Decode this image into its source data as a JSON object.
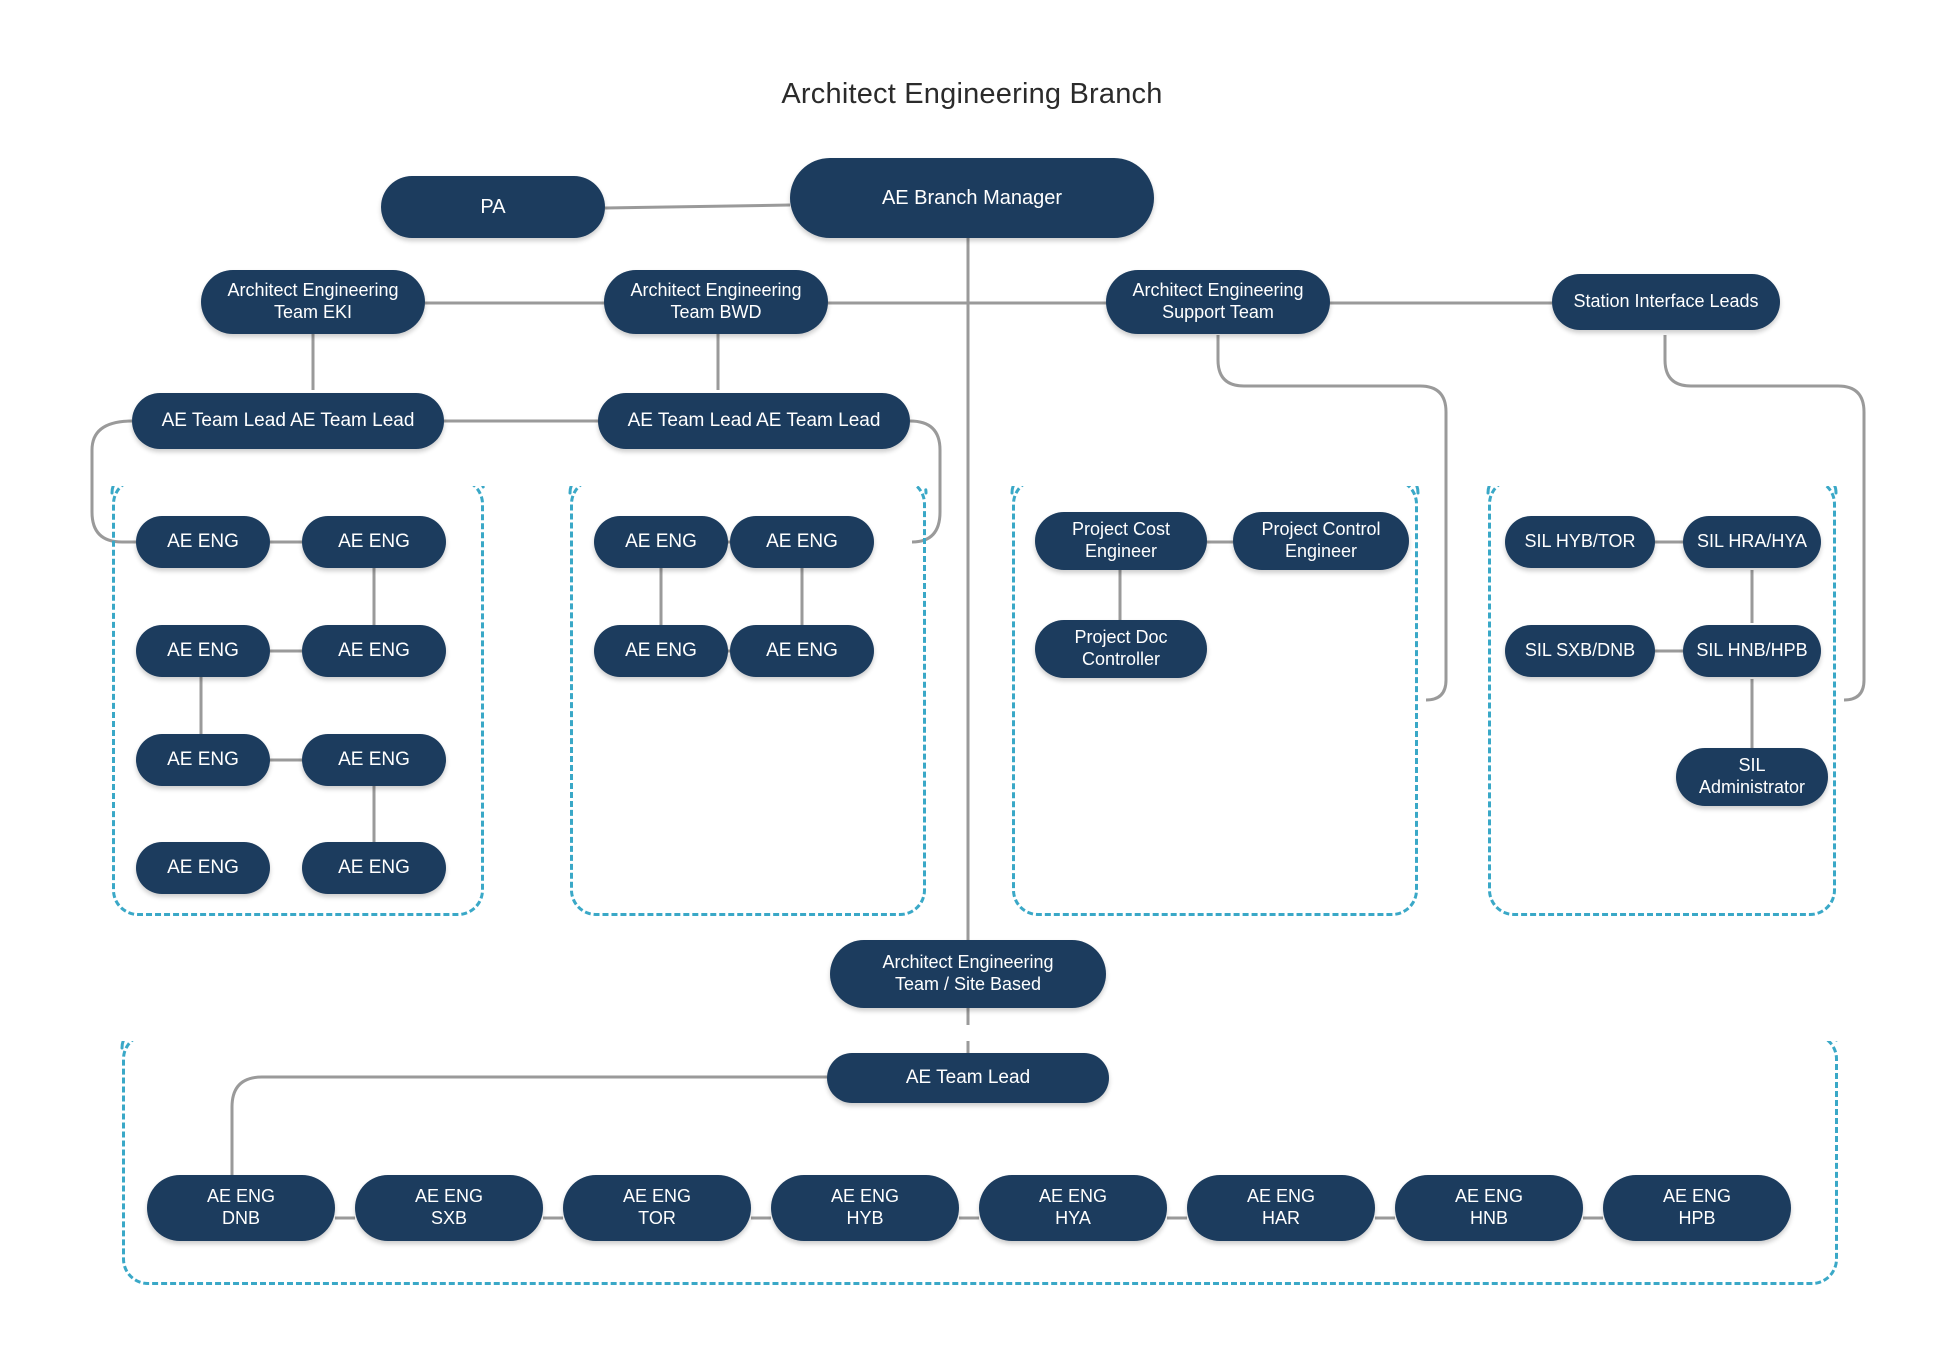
{
  "page": {
    "title": "Architect Engineering Branch",
    "colors": {
      "node_fill": "#1c3c5e",
      "node_text": "#ffffff",
      "group_border": "#3aa8c7",
      "connector": "#9a9a9a",
      "title_text": "#2b2b2b",
      "background": "#ffffff"
    }
  },
  "top": {
    "pa": "PA",
    "branch_manager": "AE Branch Manager"
  },
  "teams": {
    "eki": "Architect Engineering\nTeam EKI",
    "bwd": "Architect Engineering\nTeam BWD",
    "support": "Architect Engineering\nSupport Team",
    "sil_leads": "Station Interface Leads",
    "site_based": "Architect Engineering\nTeam / Site Based"
  },
  "leads": {
    "eki_leads": "AE Team Lead   AE Team Lead",
    "bwd_leads": "AE Team Lead  AE Team Lead",
    "site_lead": "AE Team Lead"
  },
  "eki_engineers": [
    "AE ENG",
    "AE ENG",
    "AE ENG",
    "AE ENG",
    "AE ENG",
    "AE ENG",
    "AE ENG",
    "AE ENG"
  ],
  "bwd_engineers": [
    "AE ENG",
    "AE ENG",
    "AE ENG",
    "AE ENG"
  ],
  "support_team": [
    "Project Cost\nEngineer",
    "Project Control\nEngineer",
    "Project Doc\nController"
  ],
  "sil_team": [
    "SIL HYB/TOR",
    "SIL HRA/HYA",
    "SIL SXB/DNB",
    "SIL HNB/HPB",
    "SIL\nAdministrator"
  ],
  "site_engineers": [
    "AE ENG\nDNB",
    "AE ENG\nSXB",
    "AE ENG\nTOR",
    "AE ENG\nHYB",
    "AE ENG\nHYA",
    "AE ENG\nHAR",
    "AE ENG\nHNB",
    "AE ENG\nHPB"
  ]
}
